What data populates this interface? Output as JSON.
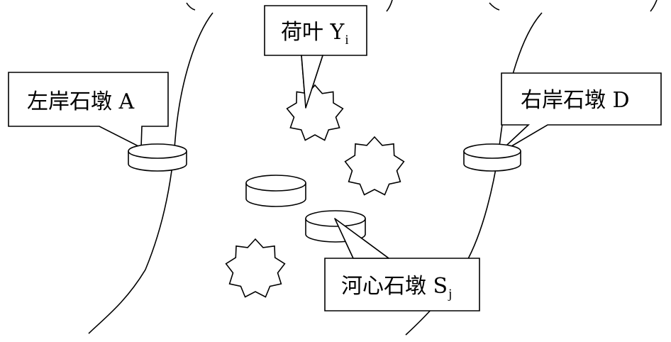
{
  "colors": {
    "line": "#000000",
    "background": "#ffffff"
  },
  "callouts": {
    "left_bank_pier": {
      "text": "左岸石墩 A"
    },
    "right_bank_pier": {
      "text": "右岸石墩 D"
    },
    "lotus_leaf": {
      "text": "荷叶 Y",
      "subscript": "i"
    },
    "river_pier": {
      "text": "河心石墩 S",
      "subscript": "j"
    }
  },
  "icons": [
    "bank-line",
    "stone-pier",
    "lotus-leaf"
  ]
}
